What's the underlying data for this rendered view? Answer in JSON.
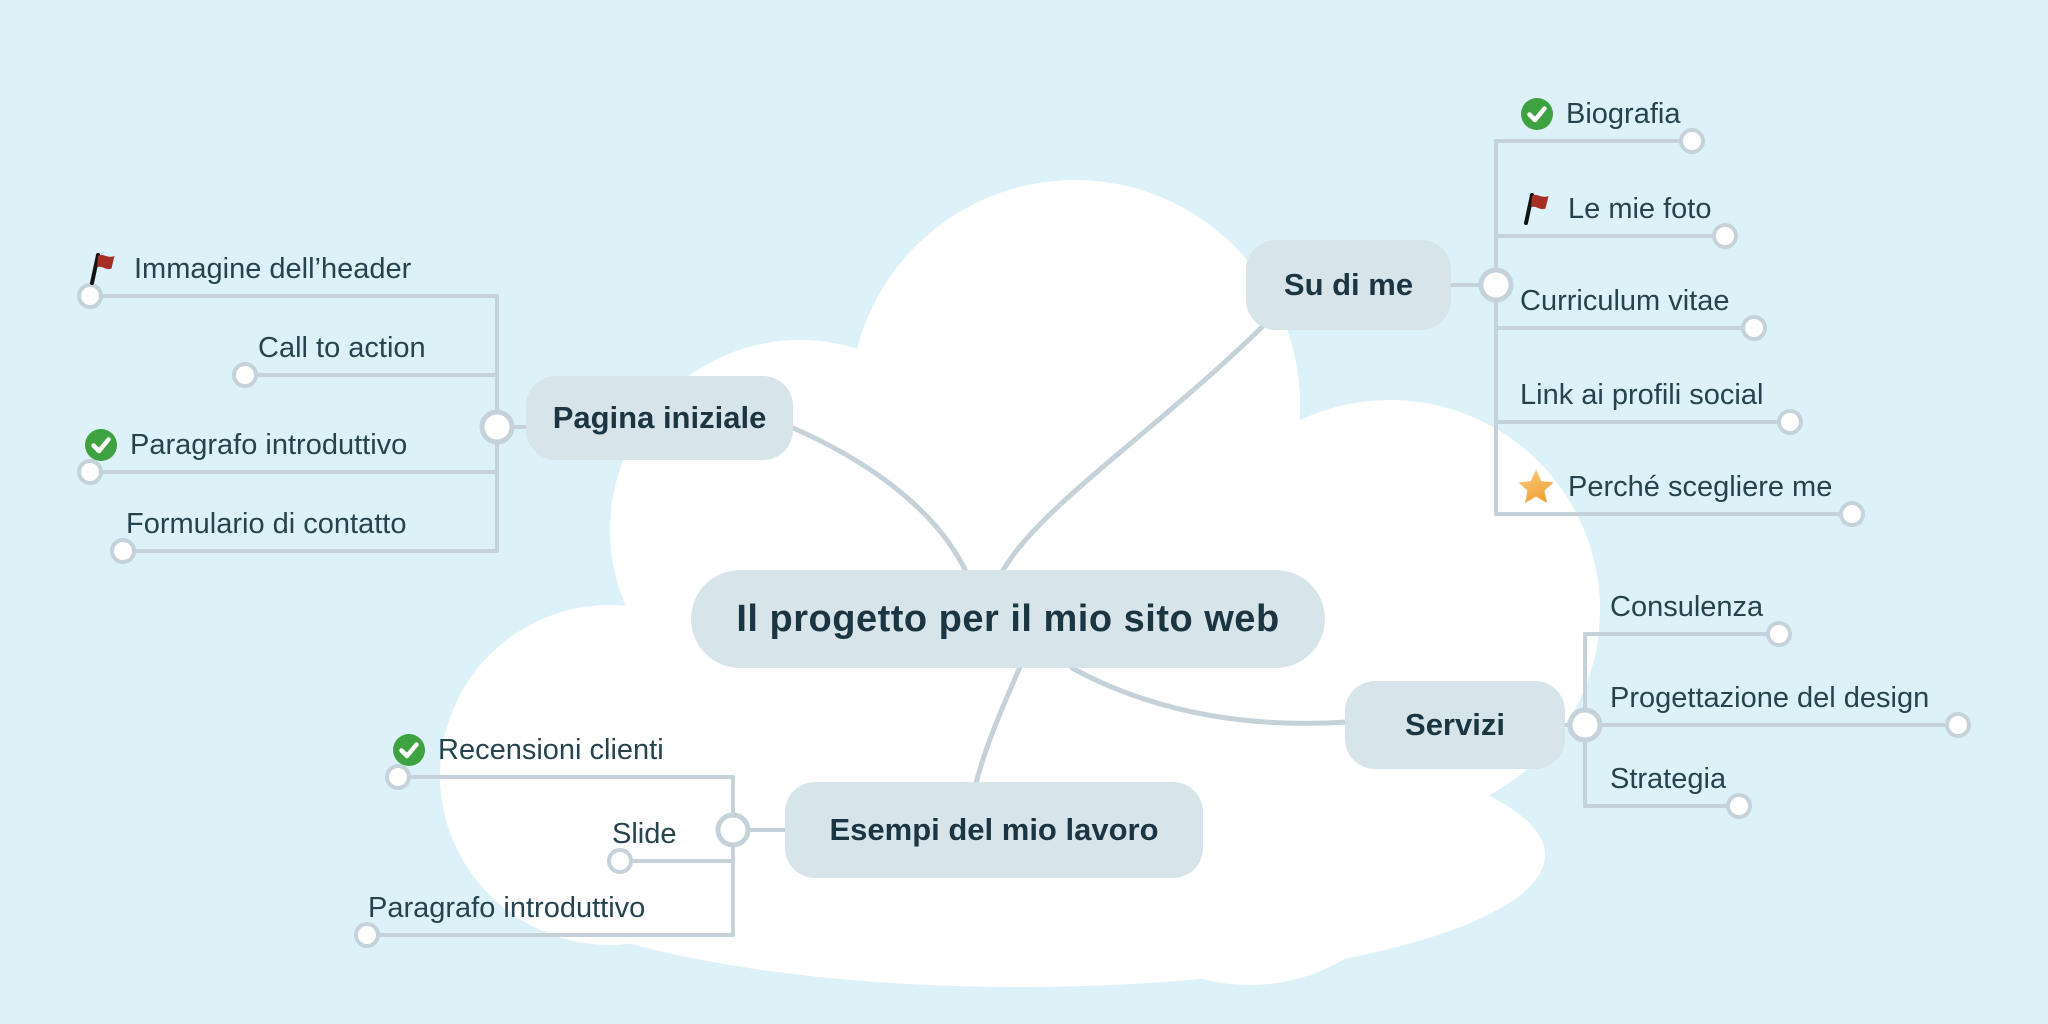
{
  "canvas": {
    "background_color": "#DDF1F8",
    "cloud_color": "#FFFFFF",
    "connector_color": "#C5D2DA",
    "node_fill_color": "#D7E4EA",
    "node_text_color": "#1B3642",
    "item_text_color": "#26434E"
  },
  "central_topic": {
    "label": "Il progetto per il mio sito web"
  },
  "branches": [
    {
      "label": "Pagina iniziale",
      "items": [
        {
          "label": "Immagine dell’header",
          "icon": "red-flag"
        },
        {
          "label": "Call to action",
          "icon": ""
        },
        {
          "label": "Paragrafo introduttivo",
          "icon": "green-check"
        },
        {
          "label": "Formulario di contatto",
          "icon": ""
        }
      ]
    },
    {
      "label": "Su di me",
      "items": [
        {
          "label": "Biografia",
          "icon": "green-check"
        },
        {
          "label": "Le mie foto",
          "icon": "red-flag"
        },
        {
          "label": "Curriculum vitae",
          "icon": ""
        },
        {
          "label": "Link ai profili social",
          "icon": ""
        },
        {
          "label": "Perché scegliere me",
          "icon": "gold-star"
        }
      ]
    },
    {
      "label": "Servizi",
      "items": [
        {
          "label": "Consulenza",
          "icon": ""
        },
        {
          "label": "Progettazione del design",
          "icon": ""
        },
        {
          "label": "Strategia",
          "icon": ""
        }
      ]
    },
    {
      "label": "Esempi del mio lavoro",
      "items": [
        {
          "label": "Recensioni clienti",
          "icon": "green-check"
        },
        {
          "label": "Slide",
          "icon": ""
        },
        {
          "label": "Paragrafo introduttivo",
          "icon": ""
        }
      ]
    }
  ],
  "icon_colors": {
    "check_green": "#3DA23F",
    "check_mark_white": "#FFFFFF",
    "flag_red": "#A52F24",
    "flag_pole_black": "#141414",
    "star_gold_light": "#FACD7E",
    "star_gold_dark": "#F0A23B"
  }
}
